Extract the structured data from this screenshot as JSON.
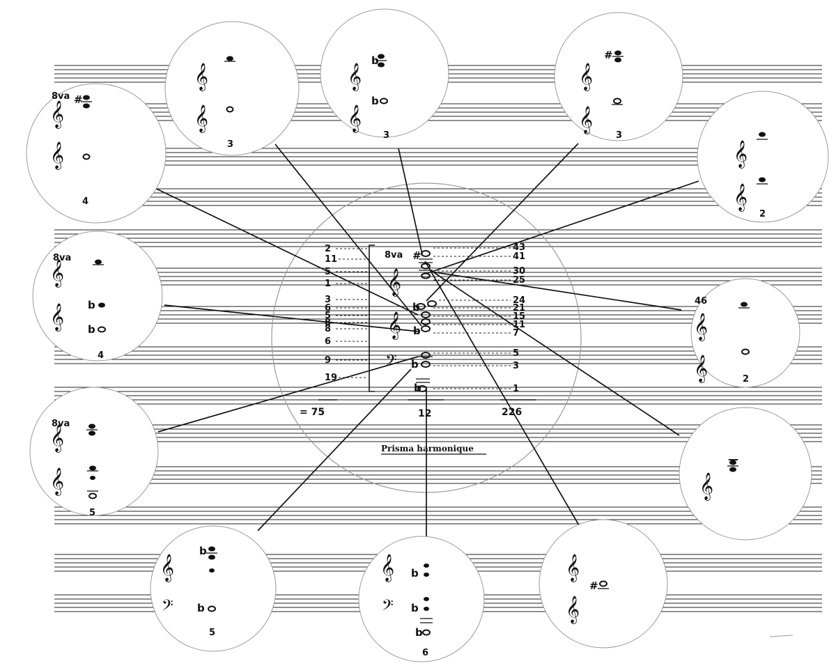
{
  "center": {
    "title": "Prisma harmonique",
    "octave_mark": "8va",
    "left_numbers": [
      "2",
      "11",
      "5",
      "1",
      "3",
      "6",
      "5",
      "8",
      "8",
      "6",
      "9",
      "19"
    ],
    "right_numbers": [
      "43",
      "41",
      "30",
      "25",
      "24",
      "21",
      "15",
      "11",
      "7",
      "5",
      "3",
      "1"
    ],
    "totals": {
      "left": "= 75",
      "center": "12",
      "right": "226"
    }
  },
  "satellites": {
    "top_left": "3",
    "top_center": "3",
    "top_right": "3",
    "right_upper": "2",
    "left_upper": "4",
    "left_middle": "4",
    "left_lower": "5",
    "right_middle": "2",
    "right_middle_mark": "46",
    "bottom_left": "5",
    "bottom_center": "6"
  }
}
